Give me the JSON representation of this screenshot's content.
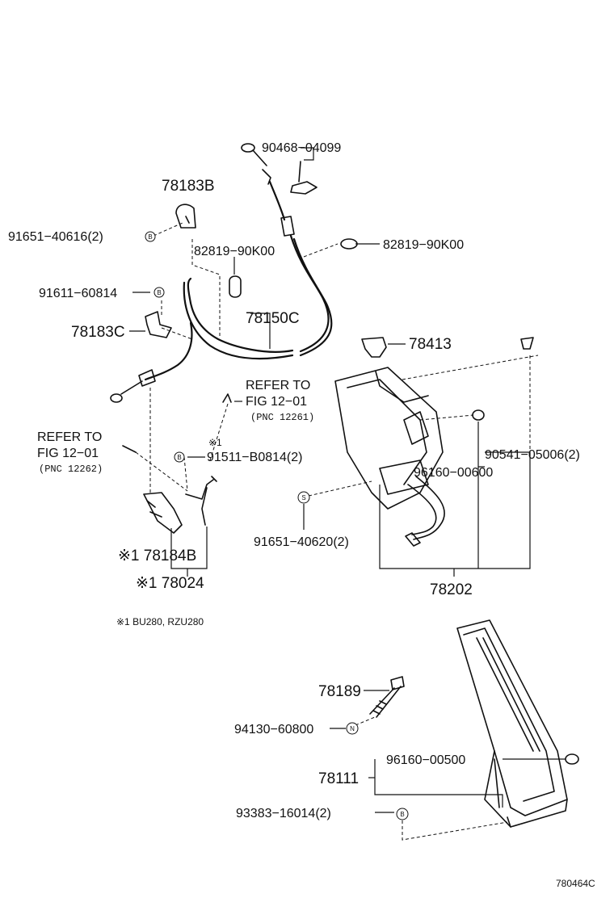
{
  "labels": {
    "p90468": "90468−04099",
    "p78183B": "78183B",
    "p91651_40616": "91651−40616(2)",
    "p82819_left": "82819−90K00",
    "p82819_right": "82819−90K00",
    "p91611": "91611−60814",
    "p78150C": "78150C",
    "p78183C": "78183C",
    "p78413": "78413",
    "refer1_line1": "REFER TO",
    "refer1_line2": "FIG 12−01",
    "refer1_pnc": "(PNC 12261)",
    "refer2_line1": "REFER TO",
    "refer2_line2": "FIG 12−01",
    "refer2_pnc": "(PNC 12262)",
    "mark_note": "※1",
    "p90541": "90541−05006(2)",
    "p96160_600": "96160−00600",
    "p91511": "91511−B0814(2)",
    "p91651_40620": "91651−40620(2)",
    "p78184B": "※1 78184B",
    "p78024": "※1 78024",
    "p78202": "78202",
    "footnote": "※1  BU280, RZU280",
    "p78189": "78189",
    "p94130": "94130−60800",
    "p96160_500": "96160−00500",
    "p78111": "78111",
    "p93383": "93383−16014(2)",
    "diagram_id": "780464C"
  },
  "symbols": {
    "bolt": "B",
    "screw": "S",
    "nut": "N"
  }
}
